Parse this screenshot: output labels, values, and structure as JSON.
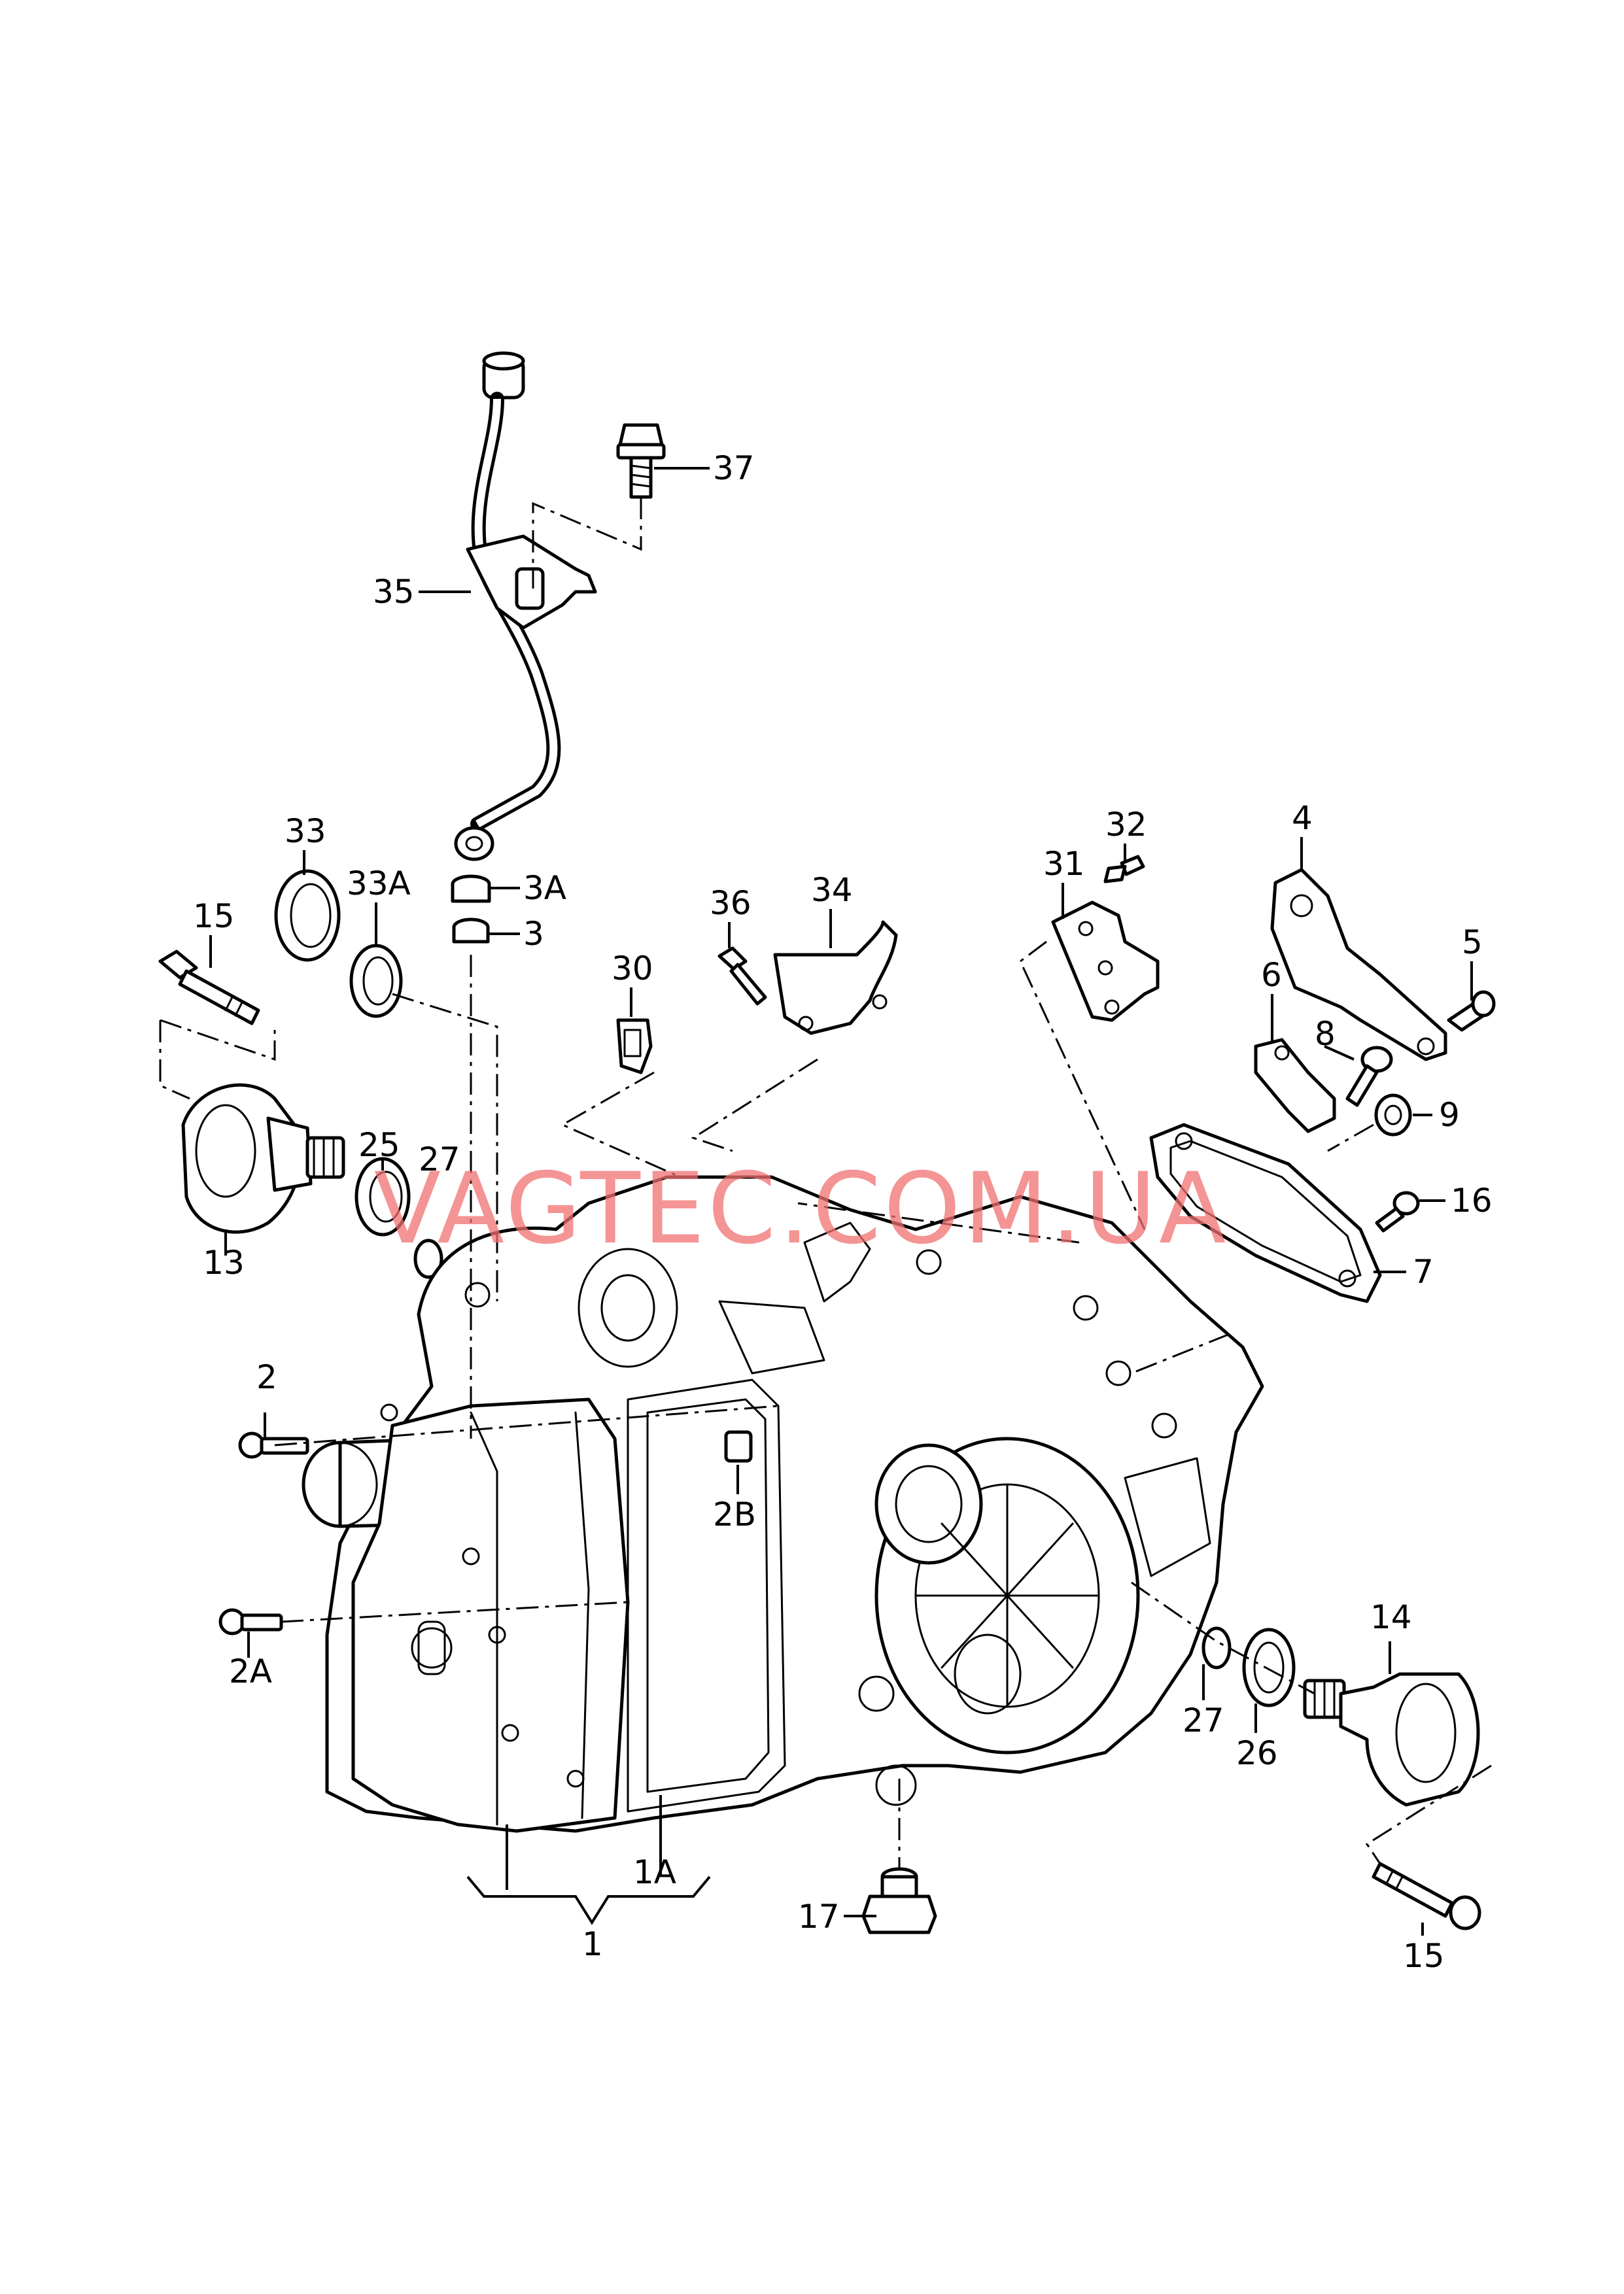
{
  "watermark": "VAGTEC.COM.UA",
  "callouts": [
    {
      "id": "c37",
      "text": "37"
    },
    {
      "id": "c35",
      "text": "35"
    },
    {
      "id": "c33",
      "text": "33"
    },
    {
      "id": "c33a",
      "text": "33A"
    },
    {
      "id": "c3a",
      "text": "3A"
    },
    {
      "id": "c3",
      "text": "3"
    },
    {
      "id": "c15a",
      "text": "15"
    },
    {
      "id": "c36",
      "text": "36"
    },
    {
      "id": "c34",
      "text": "34"
    },
    {
      "id": "c32",
      "text": "32"
    },
    {
      "id": "c31",
      "text": "31"
    },
    {
      "id": "c4",
      "text": "4"
    },
    {
      "id": "c5",
      "text": "5"
    },
    {
      "id": "c6",
      "text": "6"
    },
    {
      "id": "c8",
      "text": "8"
    },
    {
      "id": "c30",
      "text": "30"
    },
    {
      "id": "c9",
      "text": "9"
    },
    {
      "id": "c25",
      "text": "25"
    },
    {
      "id": "c27a",
      "text": "27"
    },
    {
      "id": "c16",
      "text": "16"
    },
    {
      "id": "c13",
      "text": "13"
    },
    {
      "id": "c7",
      "text": "7"
    },
    {
      "id": "c2",
      "text": "2"
    },
    {
      "id": "c2b",
      "text": "2B"
    },
    {
      "id": "c2a",
      "text": "2A"
    },
    {
      "id": "c14",
      "text": "14"
    },
    {
      "id": "c27b",
      "text": "27"
    },
    {
      "id": "c26",
      "text": "26"
    },
    {
      "id": "c1a",
      "text": "1A"
    },
    {
      "id": "c17",
      "text": "17"
    },
    {
      "id": "c1",
      "text": "1"
    },
    {
      "id": "c15b",
      "text": "15"
    }
  ]
}
